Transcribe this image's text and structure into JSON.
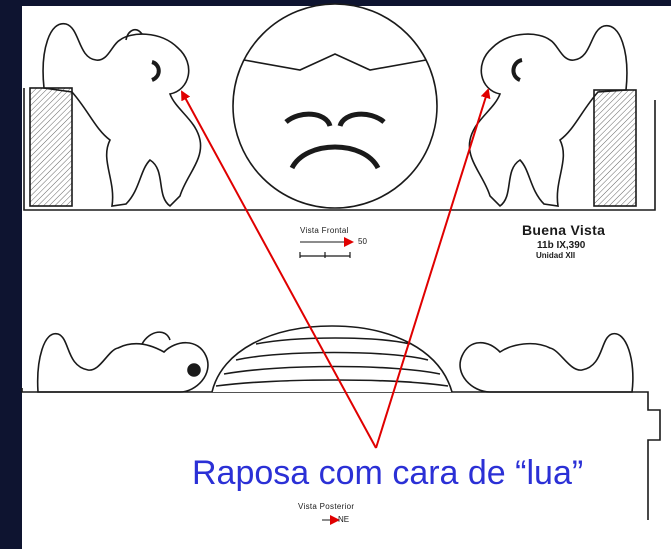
{
  "drawing": {
    "front_view_label": "Vista Frontal",
    "front_scale_value": "50",
    "site_name": "Buena Vista",
    "site_code": "11b IX,390",
    "site_unit": "Unidad XII",
    "back_view_label": "Vista Posterior",
    "back_direction": "NE"
  },
  "annotation": {
    "caption": "Raposa com cara de “lua”",
    "color": "#2b30d6",
    "arrow_color": "#e00000"
  },
  "palette": {
    "frame_dark": "#0e1430",
    "line": "#1a1a1a"
  }
}
